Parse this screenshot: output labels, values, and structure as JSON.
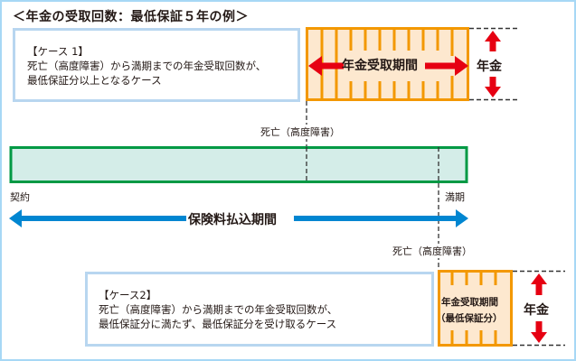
{
  "title": "＜年金の受取回数：最低保証５年の例＞",
  "case1": {
    "heading": "【ケース 1】",
    "line1": "死亡（高度障害）から満期までの年金受取回数が、",
    "line2": "最低保証分以上となるケース",
    "period_label": "年金受取期間",
    "amount_label": "年金",
    "event_label": "死亡（高度障害）"
  },
  "timeline": {
    "start_label": "契約",
    "end_label": "満期",
    "premium_period_label": "保険料払込期間"
  },
  "case2": {
    "heading": "【ケース2】",
    "line1": "死亡（高度障害）から満期までの年金受取回数が、",
    "line2": "最低保証分に満たず、最低保証分を受け取るケース",
    "period_label_line1": "年金受取期間",
    "period_label_line2": "（最低保証分）",
    "amount_label": "年金",
    "event_label": "死亡（高度障害）"
  },
  "colors": {
    "frame": "#a7d8f5",
    "case_box_border": "#b8d6f0",
    "pension_border": "#f39800",
    "pension_fill": "#fde8cf",
    "arrow_red": "#e60012",
    "timeline_border": "#009944",
    "timeline_fill": "#d4ede8",
    "premium_arrow": "#0086d1"
  }
}
